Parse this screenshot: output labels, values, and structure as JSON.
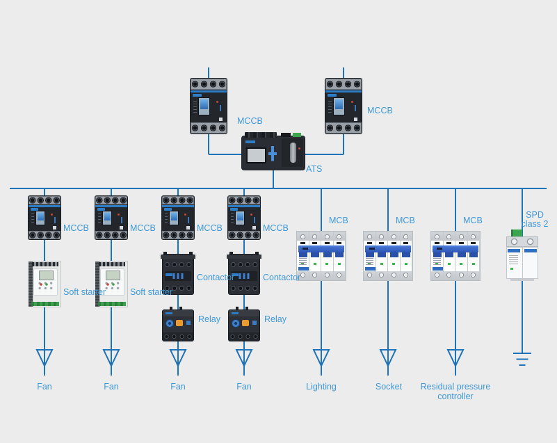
{
  "colors": {
    "bg": "#ececec",
    "wire": "#1e73b8",
    "label": "#3f98d8"
  },
  "incomer": {
    "left_breaker_label": "MCCB",
    "right_breaker_label": "MCCB",
    "transfer_switch_label": "ATS"
  },
  "branches": [
    {
      "breaker_label": "MCCB",
      "stage1_label": "Soft starter",
      "load_label": "Fan"
    },
    {
      "breaker_label": "MCCB",
      "stage1_label": "Soft starter",
      "load_label": "Fan"
    },
    {
      "breaker_label": "MCCB",
      "stage1_label": "Contactor",
      "stage2_label": "Relay",
      "load_label": "Fan"
    },
    {
      "breaker_label": "MCCB",
      "stage1_label": "Contactor",
      "stage2_label": "Relay",
      "load_label": "Fan"
    },
    {
      "breaker_label": "MCB",
      "load_label": "Lighting"
    },
    {
      "breaker_label": "MCB",
      "load_label": "Socket"
    },
    {
      "breaker_label": "MCB",
      "load_label": "Residual pressure controller"
    },
    {
      "breaker_label": "SPD class 2",
      "load_label": ""
    }
  ]
}
